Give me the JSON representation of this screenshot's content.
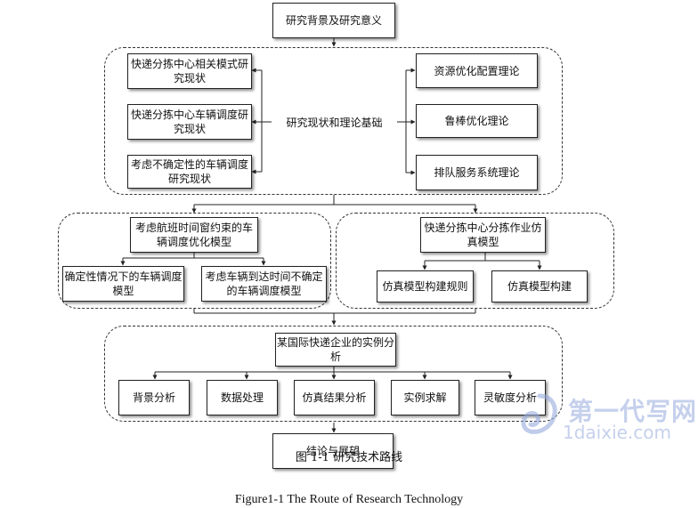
{
  "top": {
    "title": "研究背景及研究意义"
  },
  "section1": {
    "center": "研究现状和理论基础",
    "left": [
      "快递分拣中心相关模式研究现状",
      "快递分拣中心车辆调度研究现状",
      "考虑不确定性的车辆调度研究现状"
    ],
    "right": [
      "资源优化配置理论",
      "鲁棒优化理论",
      "排队服务系统理论"
    ]
  },
  "section2": {
    "left_head": "考虑航班时间窗约束的车辆调度优化模型",
    "left_children": [
      "确定性情况下的车辆调度模型",
      "考虑车辆到达时间不确定的车辆调度模型"
    ],
    "right_head": "快递分拣中心分拣作业仿真模型",
    "right_children": [
      "仿真模型构建规则",
      "仿真模型构建"
    ]
  },
  "section3": {
    "head": "某国际快递企业的实例分析",
    "children": [
      "背景分析",
      "数据处理",
      "仿真结果分析",
      "实例求解",
      "灵敏度分析"
    ]
  },
  "bottom": {
    "title": "结论与展望"
  },
  "caption_cn": "图 1-1 研究技术路线",
  "caption_en": "Figure1-1 The Route of Research Technology",
  "watermark": {
    "title": "第一代写网",
    "url": "1daixie.com"
  }
}
